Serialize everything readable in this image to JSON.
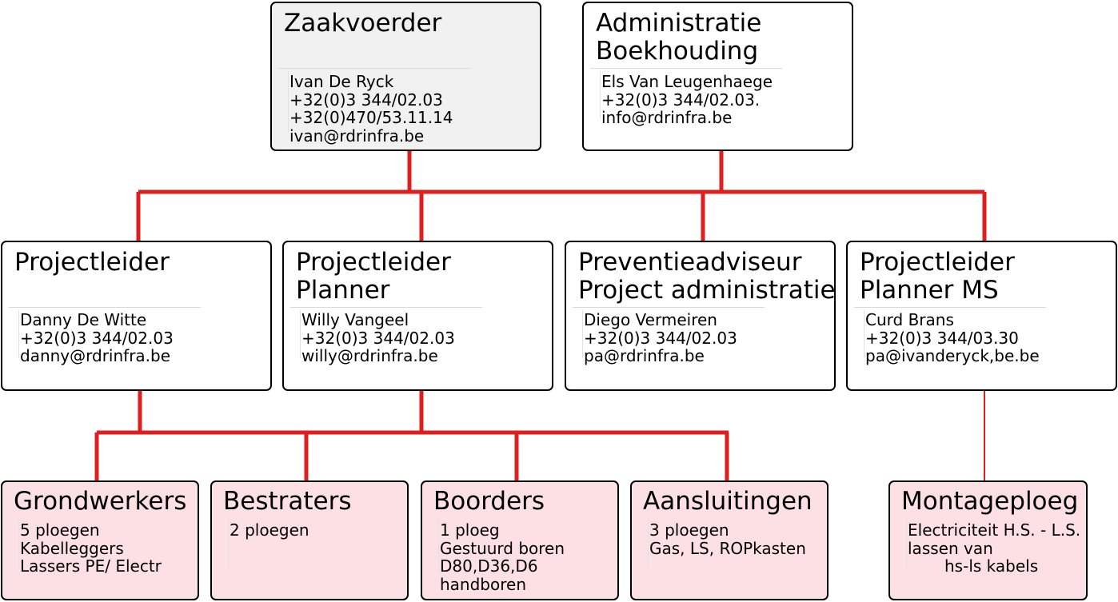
{
  "colors": {
    "connector": "#dd1f1f",
    "grey_box": "#f1f1f1",
    "pink_box": "#fde0e3",
    "border": "#000000"
  },
  "boxes": {
    "zaakvoerder": {
      "title": [
        "Zaakvoerder"
      ],
      "lines": [
        "Ivan De Ryck",
        "+32(0)3 344/02.03",
        "+32(0)470/53.11.14",
        "ivan@rdrinfra.be"
      ]
    },
    "administratie": {
      "title": [
        "Administratie",
        "Boekhouding"
      ],
      "lines": [
        "Els Van Leugenhaege",
        "+32(0)3 344/02.03.",
        "info@rdrinfra.be"
      ]
    },
    "projectleider": {
      "title": [
        "Projectleider"
      ],
      "lines": [
        "Danny De Witte",
        "+32(0)3 344/02.03",
        "danny@rdrinfra.be"
      ]
    },
    "projectleider_planner": {
      "title": [
        "Projectleider",
        "Planner"
      ],
      "lines": [
        "Willy Vangeel",
        "+32(0)3 344/02.03",
        "willy@rdrinfra.be"
      ]
    },
    "preventieadviseur": {
      "title": [
        "Preventieadviseur",
        "Project administratie"
      ],
      "lines": [
        "Diego Vermeiren",
        "+32(0)3 344/02.03",
        "pa@rdrinfra.be"
      ]
    },
    "projectleider_planner_ms": {
      "title": [
        "Projectleider",
        "Planner MS"
      ],
      "lines": [
        "Curd Brans",
        "+32(0)3 344/03.30",
        "pa@ivanderyck,be.be"
      ]
    },
    "grondwerkers": {
      "title": [
        "Grondwerkers"
      ],
      "lines": [
        "5 ploegen",
        "Kabelleggers",
        "Lassers PE/ Electr"
      ]
    },
    "bestraters": {
      "title": [
        "Bestraters"
      ],
      "lines": [
        "2 ploegen"
      ]
    },
    "boorders": {
      "title": [
        "Boorders"
      ],
      "lines": [
        "1 ploeg",
        "Gestuurd boren",
        "D80,D36,D6",
        "handboren"
      ]
    },
    "aansluitingen": {
      "title": [
        "Aansluitingen"
      ],
      "lines": [
        "3 ploegen",
        "Gas, LS, ROPkasten"
      ]
    },
    "montageploeg": {
      "title": [
        "Montageploeg"
      ],
      "lines": [
        "Electriciteit H.S. - L.S.",
        "lassen van",
        "hs-ls kabels"
      ]
    }
  }
}
